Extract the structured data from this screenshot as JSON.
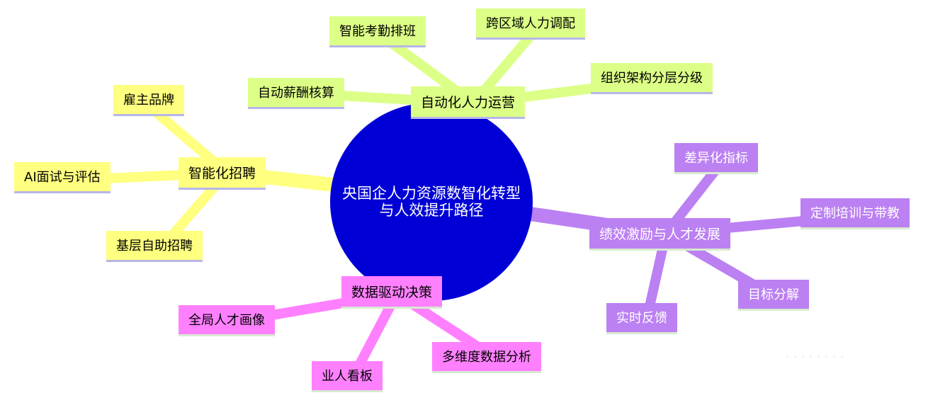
{
  "center": {
    "line1": "央国企人力资源数智化转型",
    "line2": "与人效提升路径"
  },
  "branches": {
    "automation": {
      "label": "自动化人力运营",
      "children": [
        "智能考勤排班",
        "跨区域人力调配",
        "自动薪酬核算",
        "组织架构分层分级"
      ]
    },
    "recruiting": {
      "label": "智能化招聘",
      "children": [
        "雇主品牌",
        "AI面试与评估",
        "基层自助招聘"
      ]
    },
    "performance": {
      "label": "绩效激励与人才发展",
      "children": [
        "差异化指标",
        "定制培训与带教",
        "目标分解",
        "实时反馈"
      ]
    },
    "data": {
      "label": "数据驱动决策",
      "children": [
        "全局人才画像",
        "业人看板",
        "多维度数据分析"
      ]
    }
  },
  "colors": {
    "center": "#0000d6",
    "recruiting": "#ffff80",
    "automation": "#dcff87",
    "performance": "#bb80f2",
    "data": "#ff80ff"
  }
}
